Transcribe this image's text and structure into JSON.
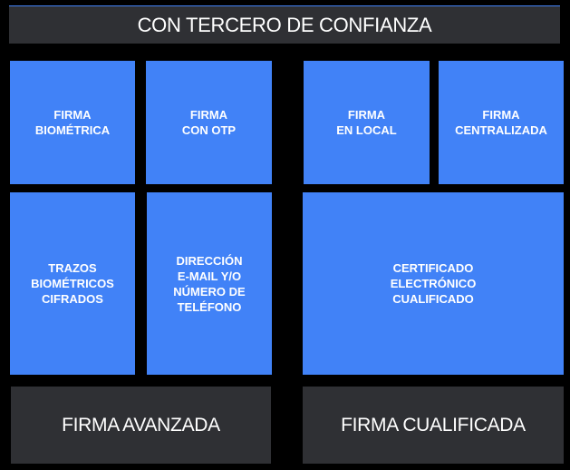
{
  "header": {
    "title": "CON TERCERO DE CONFIANZA"
  },
  "colors": {
    "box_blue": "#4182f7",
    "bar_dark": "#2f3034",
    "background": "#000000"
  },
  "avanzada": {
    "top_row": [
      {
        "label": "FIRMA\nBIOMÉTRICA"
      },
      {
        "label": "FIRMA\nCON OTP"
      }
    ],
    "bottom_row": [
      {
        "label": "TRAZOS\nBIOMÉTRICOS\nCIFRADOS"
      },
      {
        "label": "DIRECCIÓN\nE-MAIL Y/O\nNÚMERO DE\nTELÉFONO"
      }
    ],
    "footer": "FIRMA AVANZADA"
  },
  "cualificada": {
    "top_row": [
      {
        "label": "FIRMA\nEN LOCAL"
      },
      {
        "label": "FIRMA\nCENTRALIZADA"
      }
    ],
    "bottom": {
      "label": "CERTIFICADO\nELECTRÓNICO\nCUALIFICADO"
    },
    "footer": "FIRMA CUALIFICADA"
  }
}
